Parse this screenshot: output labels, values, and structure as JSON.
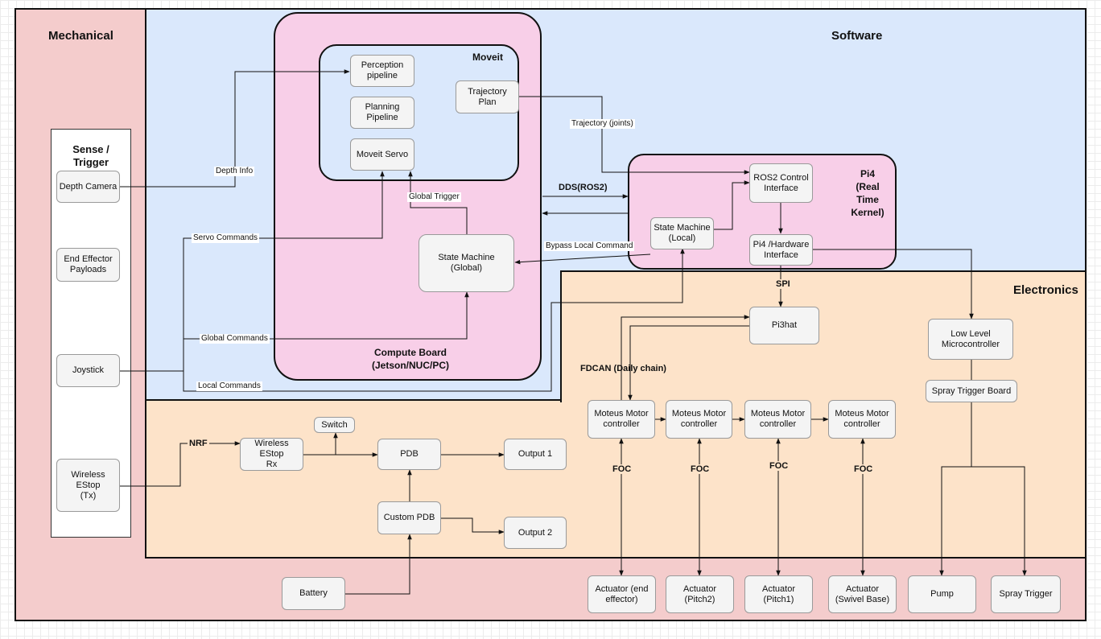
{
  "zones": {
    "mechanical": "Mechanical",
    "software": "Software",
    "electronics": "Electronics"
  },
  "sense": {
    "title": "Sense /\nTrigger",
    "depth_camera": "Depth Camera",
    "end_effector_payloads": "End Effector\nPayloads",
    "joystick": "Joystick",
    "wireless_estop_tx": "Wireless\nEStop\n(Tx)"
  },
  "compute": {
    "title": "Compute Board\n(Jetson/NUC/PC)",
    "state_machine_global": "State Machine\n(Global)"
  },
  "moveit": {
    "title": "Moveit",
    "perception_pipeline": "Perception\npipeline",
    "planning_pipeline": "Planning\nPipeline",
    "moveit_servo": "Moveit Servo",
    "trajectory_plan": "Trajectory\nPlan"
  },
  "pi4": {
    "title": "Pi4\n(Real\nTime\nKernel)",
    "ros2_control": "ROS2 Control\nInterface",
    "state_machine_local": "State Machine\n(Local)",
    "hardware_interface": "Pi4 /Hardware\nInterface"
  },
  "electronics": {
    "pi3hat": "Pi3hat",
    "moteus_1": "Moteus Motor\ncontroller",
    "moteus_2": "Moteus Motor\ncontroller",
    "moteus_3": "Moteus Motor\ncontroller",
    "moteus_4": "Moteus Motor\ncontroller",
    "low_level_mcu": "Low Level\nMicrocontroller",
    "spray_trigger_board": "Spray Trigger Board",
    "switch": "Switch",
    "wireless_estop_rx": "Wireless\nEStop\nRx",
    "pdb": "PDB",
    "output_1": "Output 1",
    "custom_pdb": "Custom PDB",
    "output_2": "Output 2"
  },
  "mechanical_parts": {
    "battery": "Battery",
    "actuator_end_effector": "Actuator (end\neffector)",
    "actuator_pitch2": "Actuator\n(Pitch2)",
    "actuator_pitch1": "Actuator\n(Pitch1)",
    "actuator_swivel": "Actuator\n(Swivel Base)",
    "pump": "Pump",
    "spray_trigger": "Spray Trigger"
  },
  "edge_labels": {
    "depth_info": "Depth Info",
    "servo_commands": "Servo Commands",
    "global_commands": "Global Commands",
    "local_commands": "Local Commands",
    "global_trigger": "Global Trigger",
    "trajectory_joints": "Trajectory (joints)",
    "dds_ros2": "DDS(ROS2)",
    "bypass_local_command": "Bypass Local Command",
    "spi": "SPI",
    "fdcan": "FDCAN (Daily chain)",
    "foc_1": "FOC",
    "foc_2": "FOC",
    "foc_3": "FOC",
    "foc_4": "FOC",
    "nrf": "NRF"
  },
  "colors": {
    "mechanical": "#f4cccc",
    "software": "#dae8fc",
    "electronics": "#fde3c9",
    "group_pink": "#f8cfe8",
    "node_fill": "#f4f4f4"
  }
}
